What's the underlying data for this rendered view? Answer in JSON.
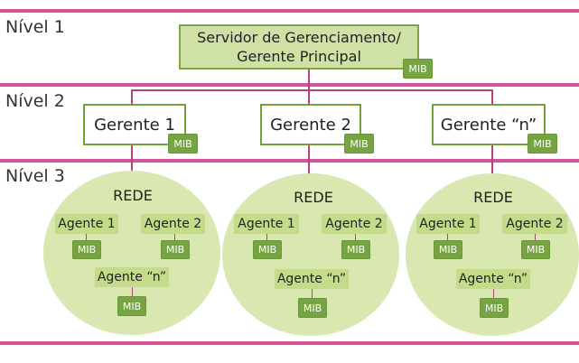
{
  "levels": [
    "Nível 1",
    "Nível 2",
    "Nível 3"
  ],
  "server": {
    "line1": "Servidor de Gerenciamento/",
    "line2": "Gerente Principal",
    "mib": "MIB"
  },
  "managers": [
    {
      "label": "Gerente 1",
      "mib": "MIB"
    },
    {
      "label": "Gerente 2",
      "mib": "MIB"
    },
    {
      "label": "Gerente “n”",
      "mib": "MIB"
    }
  ],
  "networks": [
    {
      "title": "REDE",
      "agents": [
        "Agente 1",
        "Agente 2",
        "Agente “n”"
      ],
      "mib": "MIB"
    },
    {
      "title": "REDE",
      "agents": [
        "Agente 1",
        "Agente 2",
        "Agente “n”"
      ],
      "mib": "MIB"
    },
    {
      "title": "REDE",
      "agents": [
        "Agente 1",
        "Agente 2",
        "Agente “n”"
      ],
      "mib": "MIB"
    }
  ],
  "colors": {
    "band": "#d3559b",
    "connector": "#b7437d",
    "mib": "#77a443",
    "network": "#d8e8b0",
    "agent": "#c4dc8a",
    "server": "#cfe1a4"
  }
}
